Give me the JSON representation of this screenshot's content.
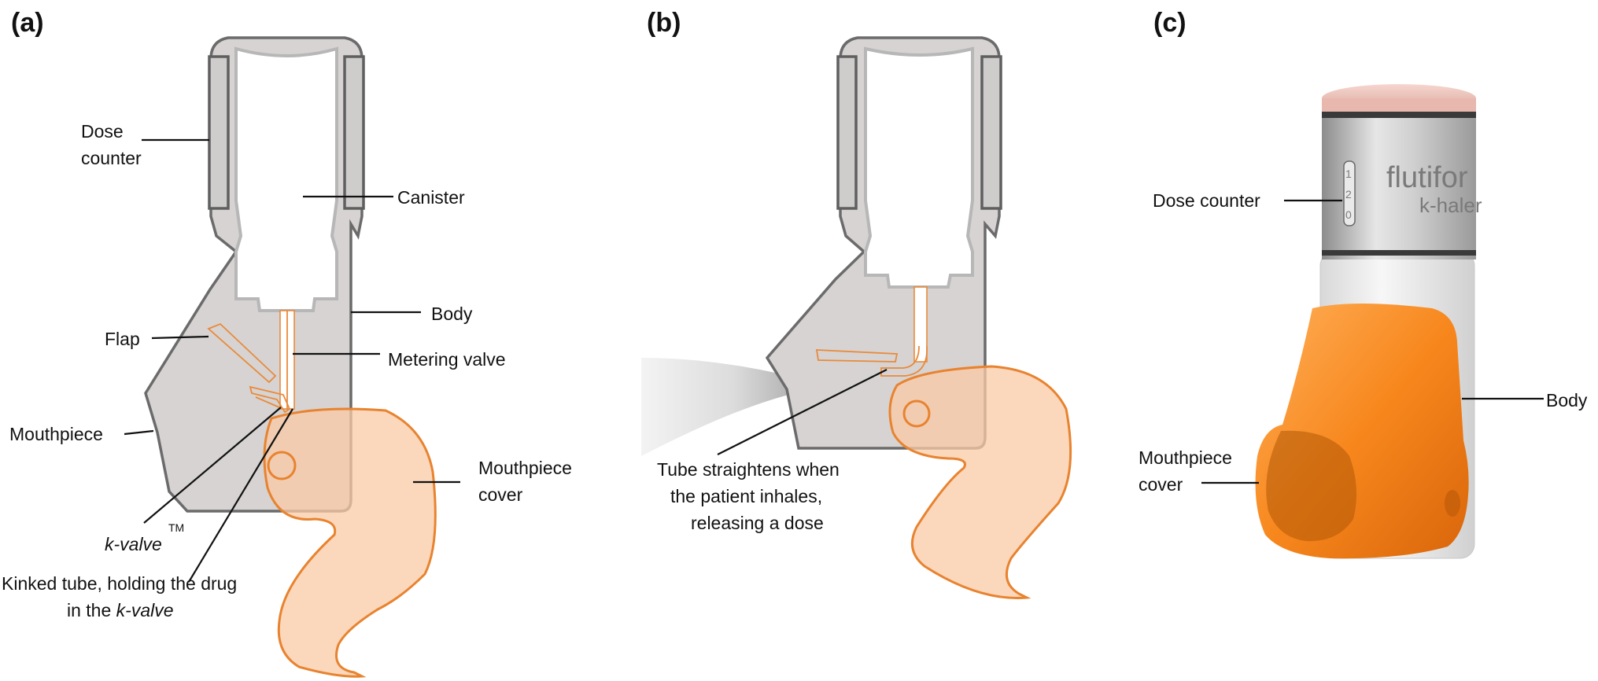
{
  "panels": {
    "a": {
      "label": "(a)"
    },
    "b": {
      "label": "(b)"
    },
    "c": {
      "label": "(c)"
    }
  },
  "labels_a": {
    "dose_counter_1": "Dose",
    "dose_counter_2": "counter",
    "canister": "Canister",
    "body": "Body",
    "flap": "Flap",
    "metering_valve": "Metering valve",
    "mouthpiece": "Mouthpiece",
    "mouthpiece_cover_1": "Mouthpiece",
    "mouthpiece_cover_2": "cover",
    "k_valve": "k-valve",
    "tm": "TM",
    "kinked_1": "Kinked tube, holding the drug",
    "kinked_2_pre": "in the ",
    "kinked_2_it": "k-valve"
  },
  "labels_b": {
    "tube_1": "Tube straightens when",
    "tube_2": "the patient inhales,",
    "tube_3": "releasing a dose"
  },
  "labels_c": {
    "dose_counter": "Dose counter",
    "body": "Body",
    "mouthpiece_cover_1": "Mouthpiece",
    "mouthpiece_cover_2": "cover",
    "brand_1": "flutifor",
    "brand_2": "k-haler",
    "counter_digits": [
      "1",
      "2",
      "0"
    ]
  },
  "colors": {
    "device_body": "#d6d3d2",
    "outline": "#6b6b6b",
    "orange": "#e8832f",
    "cover_fill": "#f9c9a6"
  }
}
